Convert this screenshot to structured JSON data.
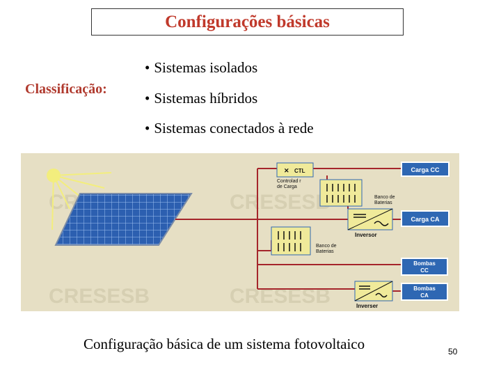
{
  "title": "Configurações básicas",
  "classification": {
    "label": "Classificação:",
    "items": [
      "Sistemas isolados",
      "Sistemas híbridos",
      "Sistemas conectados à rede"
    ]
  },
  "diagram": {
    "labels": {
      "controller_tag": "CTL",
      "controller": [
        "Controlad r",
        "de Carga"
      ],
      "battery_bank_1": [
        "Banco de",
        "Baterias"
      ],
      "battery_bank_2": [
        "Banco de",
        "Baterias"
      ],
      "inverter_1": "Inversor",
      "inverter_2": "Inverser",
      "load_dc": "Carga CC",
      "load_ac": "Carga CA",
      "pump_dc": [
        "Bombas",
        "CC"
      ],
      "pump_ac": [
        "Bombas",
        "CA"
      ],
      "watermark": "CRESESB"
    },
    "colors": {
      "background": "#e6dfc4",
      "wire": "#a5252b",
      "box": "#2e67b3",
      "component": "#f0ea9a",
      "sun": "#f3ee7d"
    }
  },
  "caption": "Configuração básica de um sistema fotovoltaico",
  "page_number": "50"
}
